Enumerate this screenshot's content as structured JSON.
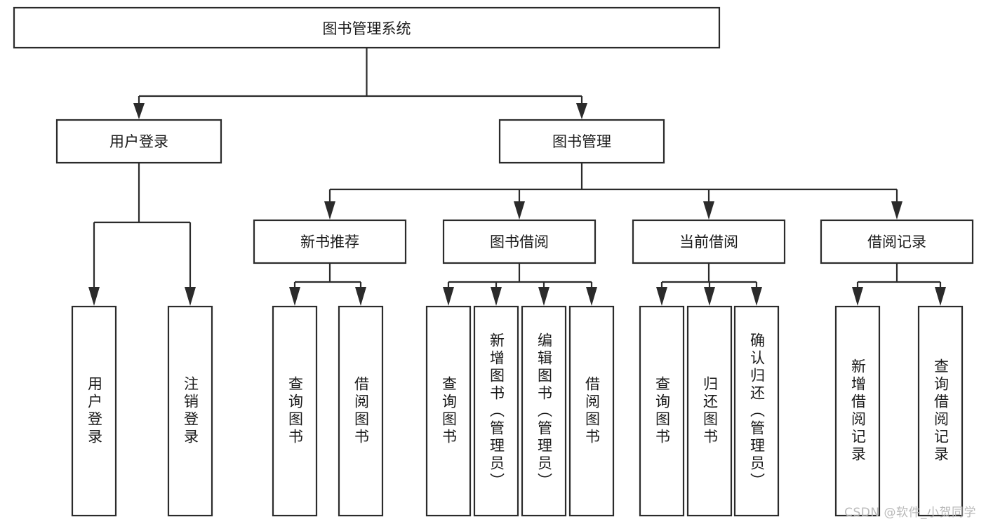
{
  "diagram": {
    "type": "tree-hierarchy",
    "title": "图书管理系统",
    "watermark": "CSDN @软件_小贺同学",
    "colors": {
      "stroke": "#2b2b2b",
      "fill": "#ffffff",
      "text": "#1a1a1a",
      "watermark": "#b9b9b9",
      "background": "#ffffff"
    },
    "levels": {
      "root": {
        "label": "图书管理系统",
        "orientation": "horizontal"
      },
      "level2": [
        {
          "label": "用户登录",
          "orientation": "horizontal"
        },
        {
          "label": "图书管理",
          "orientation": "horizontal"
        }
      ],
      "level3": [
        {
          "label": "新书推荐",
          "orientation": "horizontal"
        },
        {
          "label": "图书借阅",
          "orientation": "horizontal"
        },
        {
          "label": "当前借阅",
          "orientation": "horizontal"
        },
        {
          "label": "借阅记录",
          "orientation": "horizontal"
        }
      ]
    },
    "leaves": {
      "user_login": [
        {
          "label": "用户登录",
          "orientation": "vertical"
        },
        {
          "label": "注销登录",
          "orientation": "vertical"
        }
      ],
      "new_book_recommend": [
        {
          "label": "查询图书",
          "orientation": "vertical"
        },
        {
          "label": "借阅图书",
          "orientation": "vertical"
        }
      ],
      "book_borrow": [
        {
          "label": "查询图书",
          "orientation": "vertical"
        },
        {
          "label": "新增图书（管理员）",
          "orientation": "vertical"
        },
        {
          "label": "编辑图书（管理员）",
          "orientation": "vertical"
        },
        {
          "label": "借阅图书",
          "orientation": "vertical"
        }
      ],
      "current_borrow": [
        {
          "label": "查询图书",
          "orientation": "vertical"
        },
        {
          "label": "归还图书",
          "orientation": "vertical"
        },
        {
          "label": "确认归还（管理员）",
          "orientation": "vertical"
        }
      ],
      "borrow_record": [
        {
          "label": "新增借阅记录",
          "orientation": "vertical"
        },
        {
          "label": "查询借阅记录",
          "orientation": "vertical"
        }
      ]
    }
  }
}
